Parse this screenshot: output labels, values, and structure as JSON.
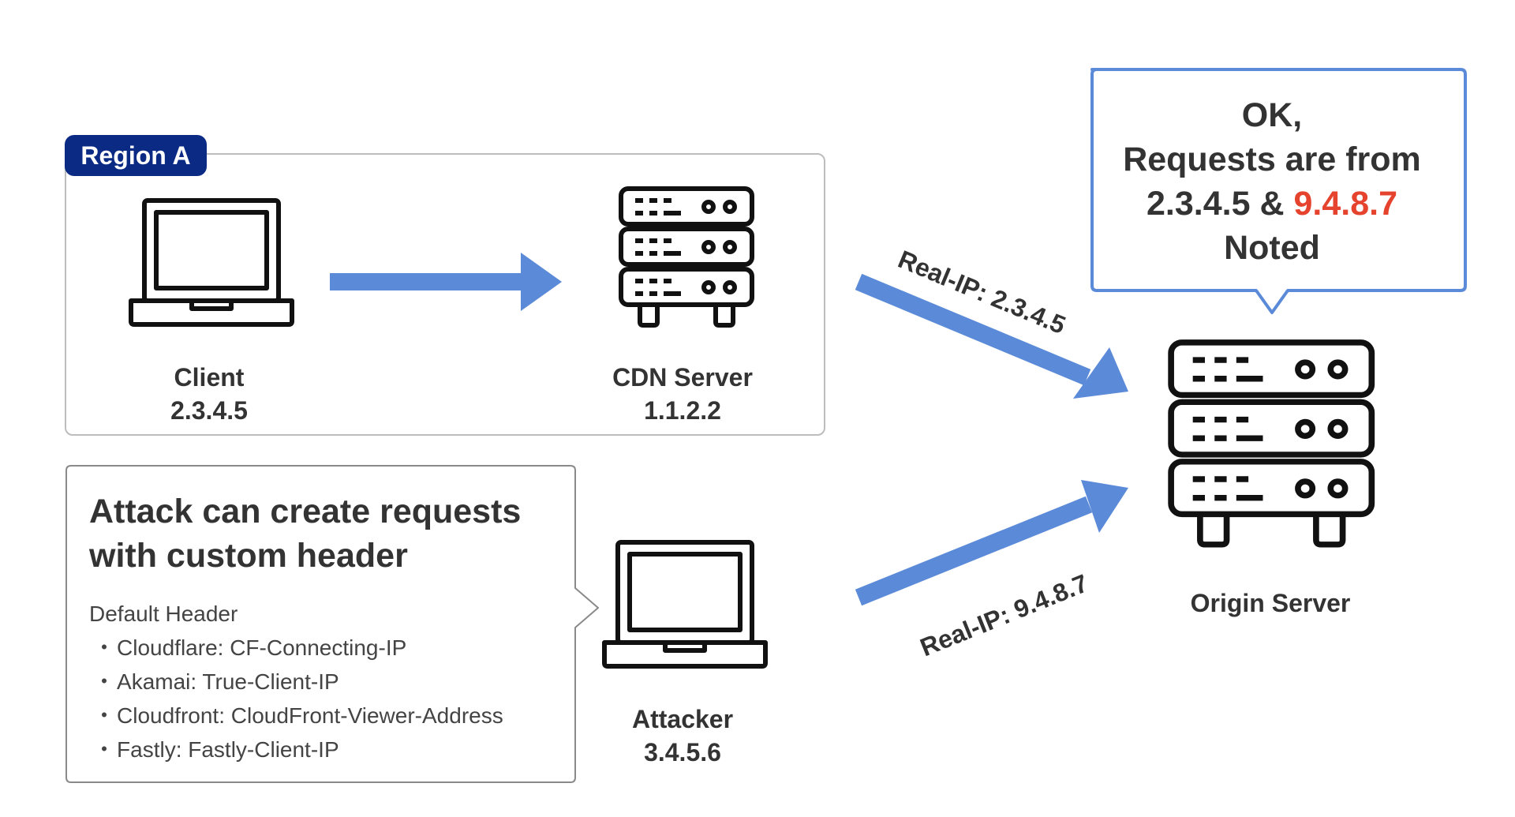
{
  "region": {
    "tag": "Region A"
  },
  "client": {
    "name": "Client",
    "ip": "2.3.4.5"
  },
  "cdn": {
    "name": "CDN Server",
    "ip": "1.1.2.2"
  },
  "attacker": {
    "name": "Attacker",
    "ip": "3.4.5.6"
  },
  "origin": {
    "name": "Origin Server"
  },
  "origin_callout": {
    "line1": "OK,",
    "line2": "Requests are from",
    "ip_legit": "2.3.4.5",
    "amp": "&",
    "ip_spoofed": "9.4.8.7",
    "line4": "Noted"
  },
  "arrows": {
    "cdn_to_origin_label": "Real-IP: 2.3.4.5",
    "attacker_to_origin_label": "Real-IP: 9.4.8.7"
  },
  "attack_callout": {
    "title_line1": "Attack can create requests",
    "title_line2": "with custom header",
    "header_title": "Default Header",
    "headers": [
      "Cloudflare: CF-Connecting-IP",
      "Akamai: True-Client-IP",
      "Cloudfront: CloudFront-Viewer-Address",
      "Fastly: Fastly-Client-IP"
    ]
  },
  "colors": {
    "arrow": "#5b8bd8",
    "region_tag": "#0a2a84",
    "callout_border": "#5b8bd8",
    "highlight": "#e5432e"
  }
}
